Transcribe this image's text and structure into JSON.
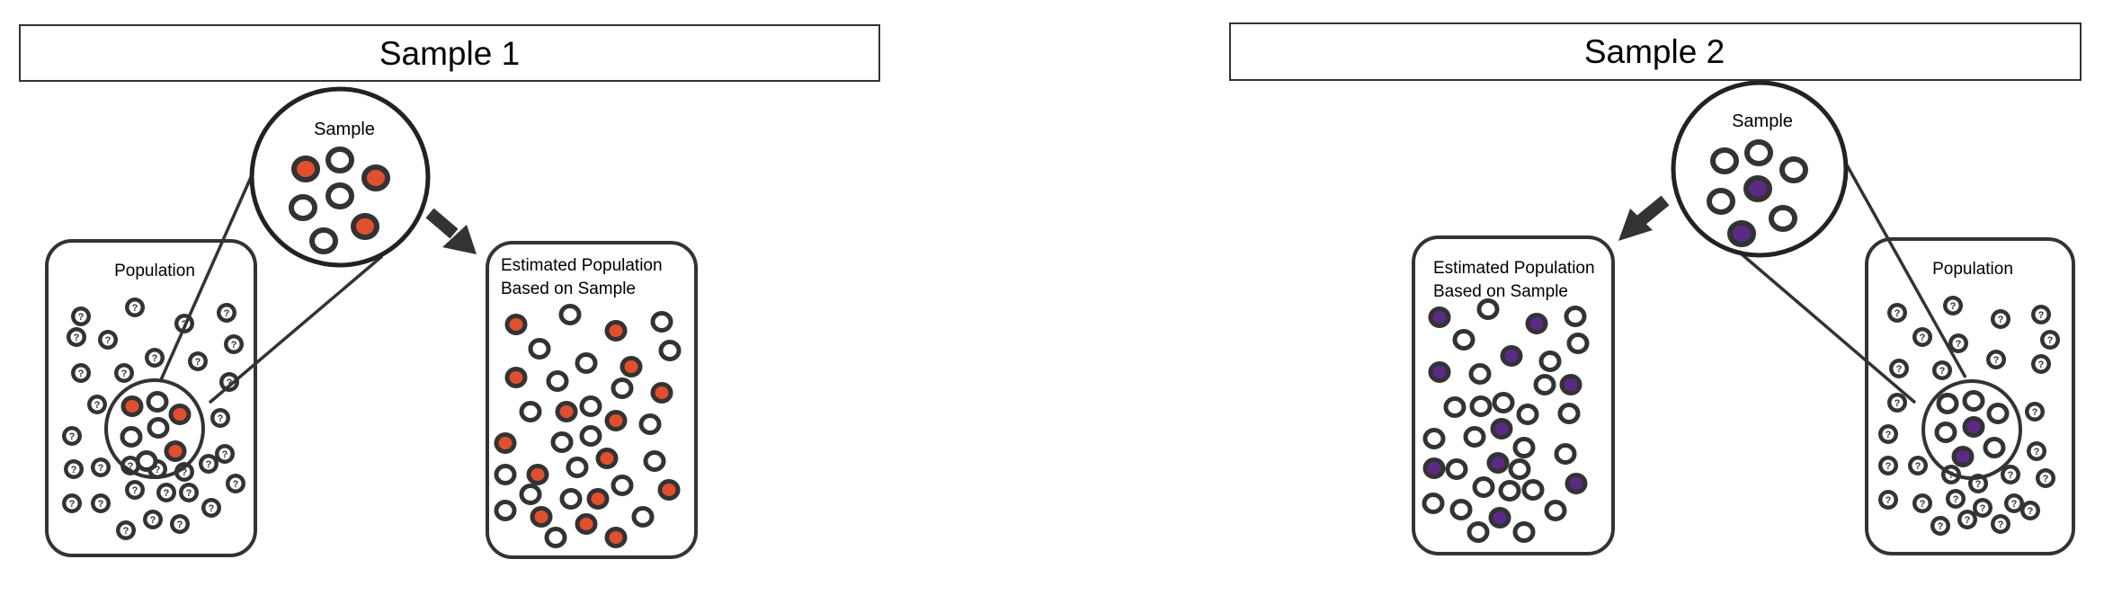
{
  "panels": [
    {
      "title": "Sample 1",
      "population_label": "Population",
      "sample_label": "Sample",
      "estimated_label_line1": "Estimated Population",
      "estimated_label_line2": "Based on Sample",
      "highlight_color": "#e0502f",
      "unknown_marker": "?"
    },
    {
      "title": "Sample 2",
      "population_label": "Population",
      "sample_label": "Sample",
      "estimated_label_line1": "Estimated Population",
      "estimated_label_line2": "Based on Sample",
      "highlight_color": "#5b2a86",
      "unknown_marker": "?"
    }
  ],
  "colors": {
    "outline": "#333333",
    "background": "#ffffff"
  },
  "icons": {
    "unknown_individual": "question-mark-circle-icon",
    "arrow": "arrow-icon"
  }
}
